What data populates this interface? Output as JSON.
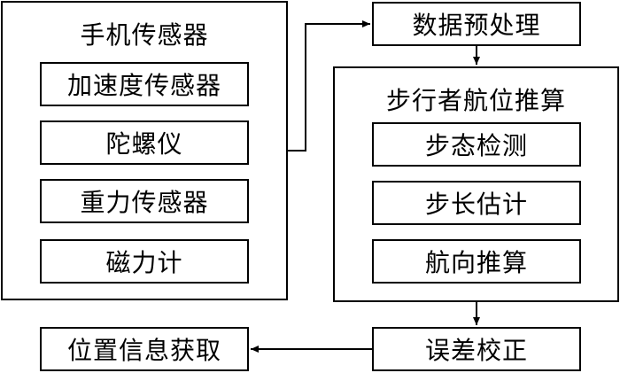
{
  "colors": {
    "line": "#000000",
    "background": "#ffffff"
  },
  "sensors": {
    "title": "手机传感器",
    "items": [
      "加速度传感器",
      "陀螺仪",
      "重力传感器",
      "磁力计"
    ]
  },
  "preprocess": "数据预处理",
  "pdr": {
    "title": "步行者航位推算",
    "items": [
      "步态检测",
      "步长估计",
      "航向推算"
    ]
  },
  "correction": "误差校正",
  "location": "位置信息获取"
}
